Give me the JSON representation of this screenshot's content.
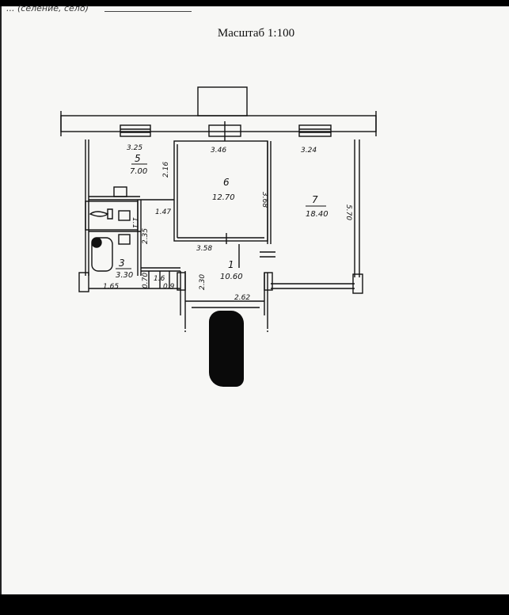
{
  "header": {
    "scrawl": "... (селение, село)",
    "scale": "Масштаб 1:100"
  },
  "rooms": [
    {
      "id": "room-1",
      "number": "1",
      "area": "10.60"
    },
    {
      "id": "room-3",
      "number": "3",
      "area": "3.30"
    },
    {
      "id": "room-5",
      "number": "5",
      "area": "7.00"
    },
    {
      "id": "room-6",
      "number": "6",
      "area": "12.70"
    },
    {
      "id": "room-7",
      "number": "7",
      "area": "18.40"
    }
  ],
  "dimensions": {
    "room5_width": "3.25",
    "room5_height": "2.16",
    "room6_width": "3.46",
    "room6_height": "3.68",
    "room6_bottom": "3.58",
    "room7_width": "3.24",
    "room7_height": "5.70",
    "corridor_small": "1.47",
    "bath_wc_height": "2.35",
    "wc_width": "1.1",
    "bath_width": "1.65",
    "hall_height": "2.30",
    "hall_width": "2.62",
    "closet_a": "0.70",
    "closet_b": "1.6",
    "closet_c": "0.9"
  },
  "colors": {
    "ink": "#111111",
    "paper": "#f7f7f5"
  }
}
